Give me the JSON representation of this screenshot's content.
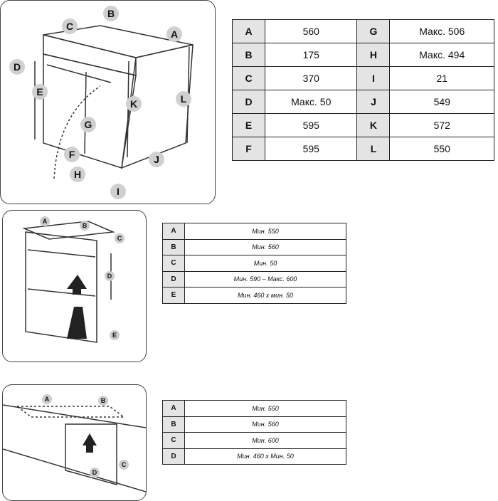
{
  "oven_diagram": {
    "labels": [
      "A",
      "B",
      "C",
      "D",
      "E",
      "F",
      "G",
      "H",
      "I",
      "J",
      "K",
      "L"
    ]
  },
  "oven_table": {
    "rows": [
      {
        "k1": "A",
        "v1": "560",
        "k2": "G",
        "v2": "Макс. 506"
      },
      {
        "k1": "B",
        "v1": "175",
        "k2": "H",
        "v2": "Макс. 494"
      },
      {
        "k1": "C",
        "v1": "370",
        "k2": "I",
        "v2": "21"
      },
      {
        "k1": "D",
        "v1": "Макс. 50",
        "k2": "J",
        "v2": "549"
      },
      {
        "k1": "E",
        "v1": "595",
        "k2": "K",
        "v2": "572"
      },
      {
        "k1": "F",
        "v1": "595",
        "k2": "L",
        "v2": "550"
      }
    ]
  },
  "cabinet_diagram": {
    "labels": [
      "A",
      "B",
      "C",
      "D",
      "E"
    ]
  },
  "cabinet_table": {
    "rows": [
      {
        "k": "A",
        "v": "Мин. 550"
      },
      {
        "k": "B",
        "v": "Мин. 560"
      },
      {
        "k": "C",
        "v": "Мин. 50"
      },
      {
        "k": "D",
        "v": "Мин. 590 – Макс. 600"
      },
      {
        "k": "E",
        "v": "Мин. 460 x мин. 50"
      }
    ]
  },
  "undercounter_diagram": {
    "labels": [
      "A",
      "B",
      "C",
      "D"
    ]
  },
  "undercounter_table": {
    "rows": [
      {
        "k": "A",
        "v": "Мин. 550"
      },
      {
        "k": "B",
        "v": "Мин. 560"
      },
      {
        "k": "C",
        "v": "Мин. 600"
      },
      {
        "k": "D",
        "v": "Мин. 460 x Мин. 50"
      }
    ]
  }
}
